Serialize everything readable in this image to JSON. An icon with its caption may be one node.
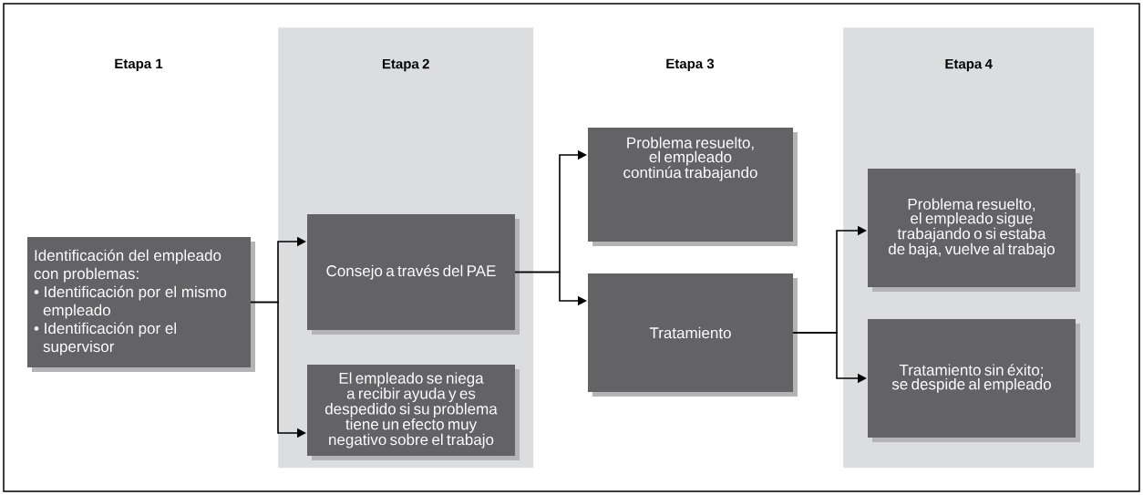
{
  "diagram": {
    "nodes": [
      {
        "text": [
          "Identificación del empleado con problemas:",
          "• Identificación por el mismo empleado",
          "• Identificación por el supervisor"
        ]
      },
      {
        "text": [
          "Etapa 2"
        ]
      },
      {
        "text": [
          "Consejo a través del PAE"
        ],
        "in": 1
      },
      {
        "text": [
          "El empleado se niega a recibir ayuda y es despedido si su problema tiene un efecto muy negativo sobre el trabajo"
        ],
        "in": 1
      },
      {
        "text": [
          "Problema resuelto, el empleado continúa trabajando"
        ]
      },
      {
        "text": [
          "Tratamiento"
        ]
      },
      {
        "text": [
          "Etapa 4"
        ]
      },
      {
        "text": [
          "Problema resuelto, el empleado sigue trabajando o si estaba de baja, vuelve al trabajo"
        ],
        "in": 6
      },
      {
        "text": [
          "Tratamiento sin éxito; se despide al empleado"
        ],
        "in": 6
      }
    ],
    "edges": [
      {
        "from": 0,
        "to": 2,
        "arrow": "to"
      },
      {
        "from": 0,
        "to": 3,
        "arrow": "to"
      },
      {
        "from": 2,
        "to": 4,
        "arrow": "to"
      },
      {
        "from": 2,
        "to": 5,
        "arrow": "to"
      },
      {
        "from": 5,
        "to": 7,
        "arrow": "to"
      },
      {
        "from": 5,
        "to": 8,
        "arrow": "to"
      }
    ],
    "labels": [
      "Etapa 1",
      "Etapa 3"
    ]
  }
}
